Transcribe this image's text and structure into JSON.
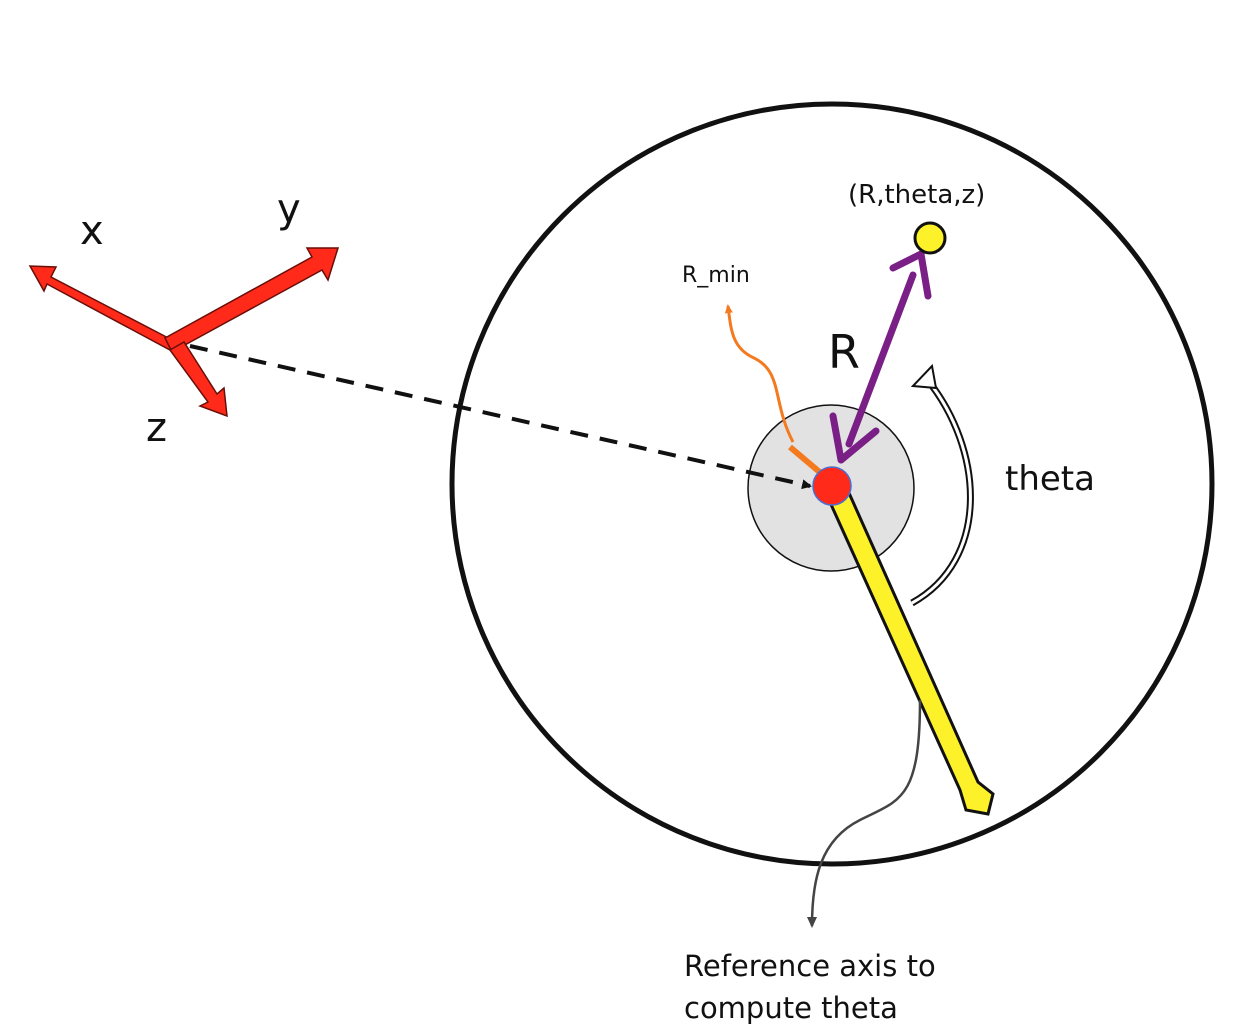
{
  "labels": {
    "x_axis": "x",
    "y_axis": "y",
    "z_axis": "z",
    "R": "R",
    "point": "(R,theta,z)",
    "R_min": "R_min",
    "theta": "theta",
    "reference_line1": "Reference axis to",
    "reference_line2": "compute theta"
  },
  "colors": {
    "frame_arrows": "#ff2a1a",
    "R_arrow": "#7a1f86",
    "R_min_curve": "#f47a20",
    "reference_axis": "#fdf22a",
    "point": "#fdf22a",
    "center_dot": "#ff2a1a",
    "inner_disk": "#e2e2e2"
  }
}
